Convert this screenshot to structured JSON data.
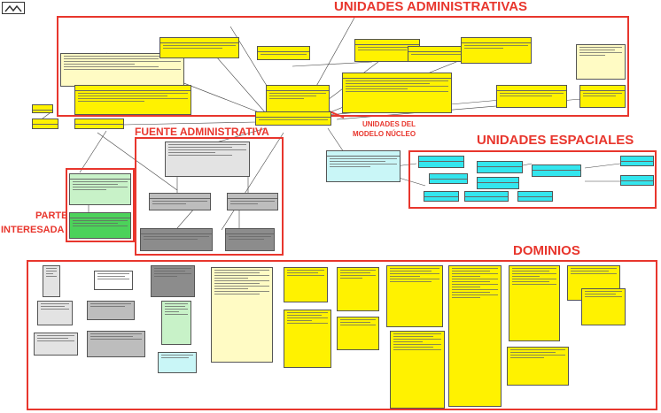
{
  "regions": {
    "administrativas": {
      "title": "UNIDADES ADMINISTRATIVAS",
      "color": "#e8362d"
    },
    "fuente": {
      "title": "FUENTE ADMINISTRATIVA",
      "color": "#e8362d"
    },
    "espaciales": {
      "title": "UNIDADES ESPACIALES",
      "color": "#e8362d"
    },
    "parte": {
      "title_line1": "PARTE",
      "title_line2": "INTERESADA",
      "color": "#e8362d"
    },
    "dominios": {
      "title": "DOMINIOS",
      "color": "#e8362d"
    },
    "nucleo": {
      "title_line1": "UNIDADES DEL",
      "title_line2": "MODELO NÚCLEO",
      "color": "#e8362d"
    }
  },
  "legend_colors": {
    "administrativa": "#fff200",
    "parte_interesada": "#4cd25a",
    "espacial": "#33e6ee",
    "fuente": "#bdbdbd",
    "dominio": "#fff200"
  },
  "icons": {
    "logo": "tool-logo-icon"
  }
}
